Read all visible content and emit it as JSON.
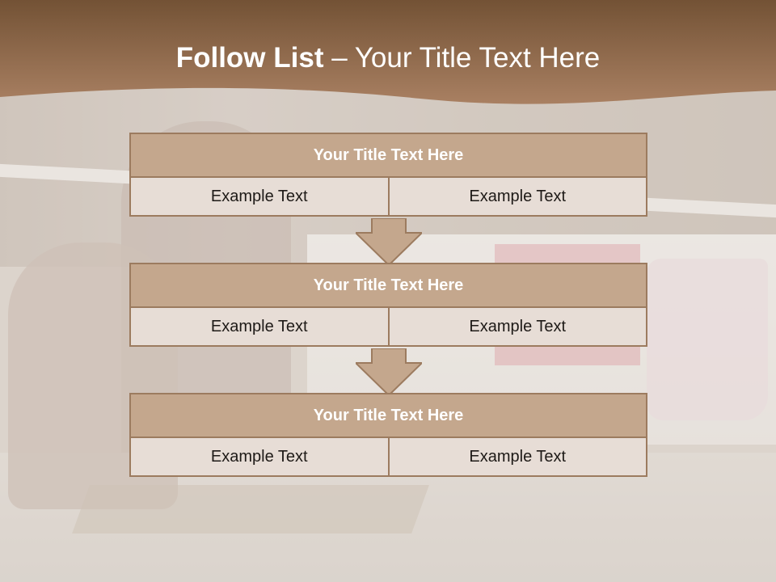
{
  "slide": {
    "title_bold": "Follow List",
    "title_rest": " – Your Title Text Here",
    "colors": {
      "header_band": "#7a5638",
      "block_head": "#c4a78d",
      "block_cell": "#e7ddd6",
      "border": "#9c7b5f"
    }
  },
  "blocks": [
    {
      "title": "Your Title Text Here",
      "left": "Example Text",
      "right": "Example Text"
    },
    {
      "title": "Your Title Text Here",
      "left": "Example Text",
      "right": "Example Text"
    },
    {
      "title": "Your Title Text Here",
      "left": "Example Text",
      "right": "Example Text"
    }
  ],
  "arrows": [
    "down-arrow-icon",
    "down-arrow-icon"
  ]
}
